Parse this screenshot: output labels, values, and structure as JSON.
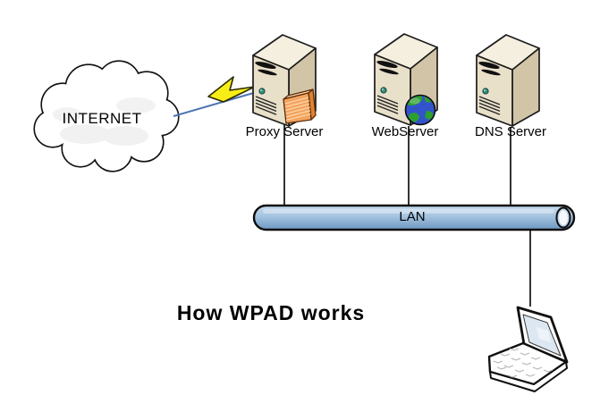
{
  "title": "How WPAD works",
  "cloud": {
    "label": "INTERNET"
  },
  "lan": {
    "label": "LAN"
  },
  "servers": [
    {
      "label": "Proxy Server"
    },
    {
      "label": "WebServer"
    },
    {
      "label": "DNS Server"
    }
  ],
  "icons": {
    "cloud": "internet-cloud-icon",
    "link": "lightning-bolt-icon",
    "proxy": "server-tower-icon with firewall-brick-icon",
    "web": "server-tower-icon with globe-icon",
    "dns": "server-tower-icon",
    "bus": "lan-pipe-icon",
    "client": "laptop-icon"
  },
  "colors": {
    "background": "#ffffff",
    "outline": "#111111",
    "bolt_yellow": "#f8ee17",
    "link_blue": "#4d74b5",
    "server_top": "#f4efde",
    "server_front": "#e9e0ca",
    "server_side": "#d2c5a7",
    "led_green": "#35927f",
    "brick_front": "#f4a45f",
    "brick_top": "#fbd4a4",
    "brick_side": "#e08230",
    "brick_line": "#fcdcb4",
    "globe_ocean": "#3353cb",
    "globe_land": "#2ca12c",
    "lan_light": "#c9dcee",
    "lan_mid": "#a3c3e0",
    "lan_dark": "#6e96c0",
    "screen_blue": "#dde7f1"
  }
}
